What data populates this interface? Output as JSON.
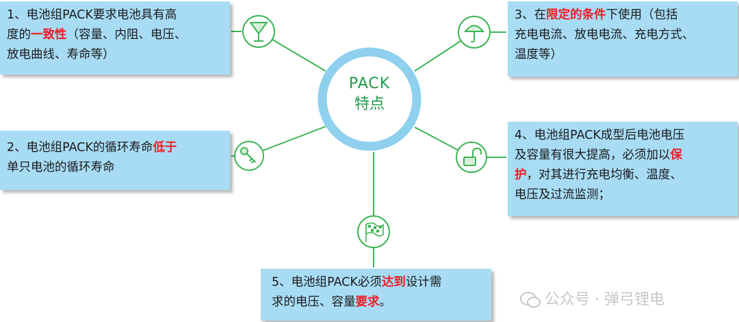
{
  "center": {
    "title": "PACK",
    "subtitle": "特点"
  },
  "boxes": {
    "b1": {
      "l1a": "1、电池组PACK要求电池具有高",
      "l2a": "度的",
      "l2b": "一致性",
      "l2c": "（容量、内阻、电压、",
      "l3": "放电曲线、寿命等）"
    },
    "b2": {
      "l1a": "2、电池组PACK的循环寿命",
      "l1b": "低于",
      "l2": "单只电池的循环寿命"
    },
    "b3": {
      "l1a": "3、在",
      "l1b": "限定的条件",
      "l1c": "下使用（包括",
      "l2": "充电电流、放电电流、充电方式、",
      "l3": "温度等）"
    },
    "b4": {
      "l1": "4、电池组PACK成型后电池电压",
      "l2a": "及容量有很大提高，必须加以",
      "l2b": "保",
      "l3a": "护",
      "l3b": "，对其进行充电均衡、温度、",
      "l4": "电压及过流监测；"
    },
    "b5": {
      "l1a": "5、电池组PACK必须",
      "l1b": "达到",
      "l1c": "设计需",
      "l2a": "求的电压、容量",
      "l2b": "要求",
      "l2c": "。"
    }
  },
  "watermark": {
    "text": "公众号 · 弹弓锂电"
  },
  "icons": [
    "cocktail-glass-icon",
    "umbrella-icon",
    "key-icon",
    "open-padlock-icon",
    "flag-icon"
  ],
  "colors": {
    "box_fill": "#a8dcf5",
    "highlight": "#ee1c25",
    "connector": "#3cb455",
    "center_ring": "#8ed0ee",
    "center_text": "#1e9a48"
  }
}
